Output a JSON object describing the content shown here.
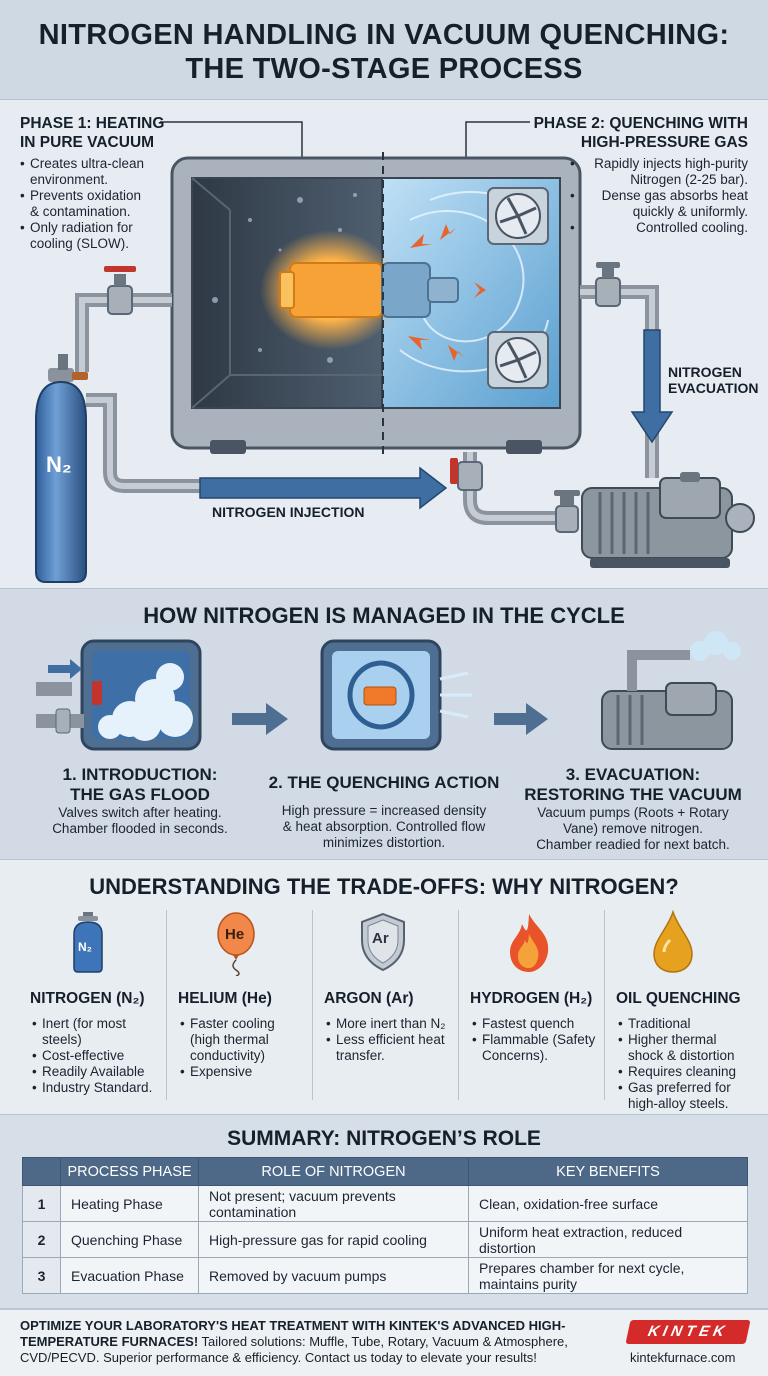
{
  "title": {
    "line1": "NITROGEN HANDLING IN VACUUM QUENCHING:",
    "line2": "THE TWO-STAGE PROCESS"
  },
  "hero": {
    "phase1": {
      "heading": "PHASE 1: HEATING\nIN PURE VACUUM",
      "bullets": [
        "Creates ultra-clean\nenvironment.",
        "Prevents oxidation\n& contamination.",
        "Only radiation for\ncooling (SLOW)."
      ]
    },
    "phase2": {
      "heading": "PHASE 2: QUENCHING WITH\nHIGH-PRESSURE GAS",
      "bullets": [
        "Rapidly injects high-purity\nNitrogen (2-25 bar).",
        "Dense gas absorbs heat\nquickly & uniformly.",
        "Controlled cooling."
      ]
    },
    "injection_label": "NITROGEN INJECTION",
    "evacuation_label": "NITROGEN\nEVACUATION",
    "cylinder_label": "N₂"
  },
  "cycle": {
    "heading": "HOW NITROGEN IS MANAGED IN THE CYCLE",
    "steps": [
      {
        "title": "1. INTRODUCTION:\nTHE GAS FLOOD",
        "desc": "Valves switch after heating.\nChamber flooded in seconds."
      },
      {
        "title": "2. THE QUENCHING ACTION",
        "desc": "High pressure = increased density\n& heat absorption. Controlled flow\nminimizes distortion."
      },
      {
        "title": "3. EVACUATION:\nRESTORING THE VACUUM",
        "desc": "Vacuum pumps (Roots + Rotary\nVane) remove nitrogen.\nChamber readied for next batch."
      }
    ]
  },
  "tradeoffs": {
    "heading": "UNDERSTANDING THE TRADE-OFFS: WHY NITROGEN?",
    "gases": [
      {
        "icon": "nitrogen-cylinder-icon",
        "icon_text": "N₂",
        "name": "NITROGEN (N₂)",
        "bullets": [
          "Inert (for most steels)",
          "Cost-effective",
          "Readily Available",
          "Industry Standard."
        ]
      },
      {
        "icon": "helium-balloon-icon",
        "icon_text": "He",
        "name": "HELIUM (He)",
        "bullets": [
          "Faster cooling\n(high thermal\nconductivity)",
          "Expensive"
        ]
      },
      {
        "icon": "argon-shield-icon",
        "icon_text": "Ar",
        "name": "ARGON (Ar)",
        "bullets": [
          "More inert than N₂",
          "Less efficient heat\ntransfer."
        ]
      },
      {
        "icon": "hydrogen-flame-icon",
        "icon_text": "",
        "name": "HYDROGEN (H₂)",
        "bullets": [
          "Fastest quench",
          "Flammable (Safety\nConcerns)."
        ]
      },
      {
        "icon": "oil-drop-icon",
        "icon_text": "",
        "name": "OIL QUENCHING",
        "bullets": [
          "Traditional",
          "Higher thermal\nshock & distortion",
          "Requires cleaning",
          "Gas preferred for\nhigh-alloy steels."
        ]
      }
    ]
  },
  "summary": {
    "heading": "SUMMARY: NITROGEN’S ROLE",
    "columns": [
      "",
      "PROCESS PHASE",
      "ROLE OF NITROGEN",
      "KEY BENEFITS"
    ],
    "rows": [
      {
        "n": "1",
        "phase": "Heating Phase",
        "role": "Not present; vacuum prevents contamination",
        "benefit": "Clean, oxidation-free surface"
      },
      {
        "n": "2",
        "phase": "Quenching Phase",
        "role": "High-pressure gas for rapid cooling",
        "benefit": "Uniform heat extraction, reduced distortion"
      },
      {
        "n": "3",
        "phase": "Evacuation Phase",
        "role": "Removed by vacuum pumps",
        "benefit": "Prepares chamber for next cycle, maintains purity"
      }
    ]
  },
  "footer": {
    "headline": "OPTIMIZE YOUR LABORATORY'S HEAT TREATMENT WITH KINTEK'S ADVANCED HIGH-TEMPERATURE FURNACES!",
    "body": " Tailored solutions: Muffle, Tube, Rotary, Vacuum & Atmosphere, CVD/PECVD. Superior performance & efficiency. Contact us today to elevate your results!",
    "brand": "KINTEK",
    "url": "kintekfurnace.com"
  },
  "colors": {
    "accent_blue": "#3f6ea3",
    "pipe": "#9aa3ad",
    "heat": "#f59a2a",
    "brand_red": "#d42a2a"
  }
}
